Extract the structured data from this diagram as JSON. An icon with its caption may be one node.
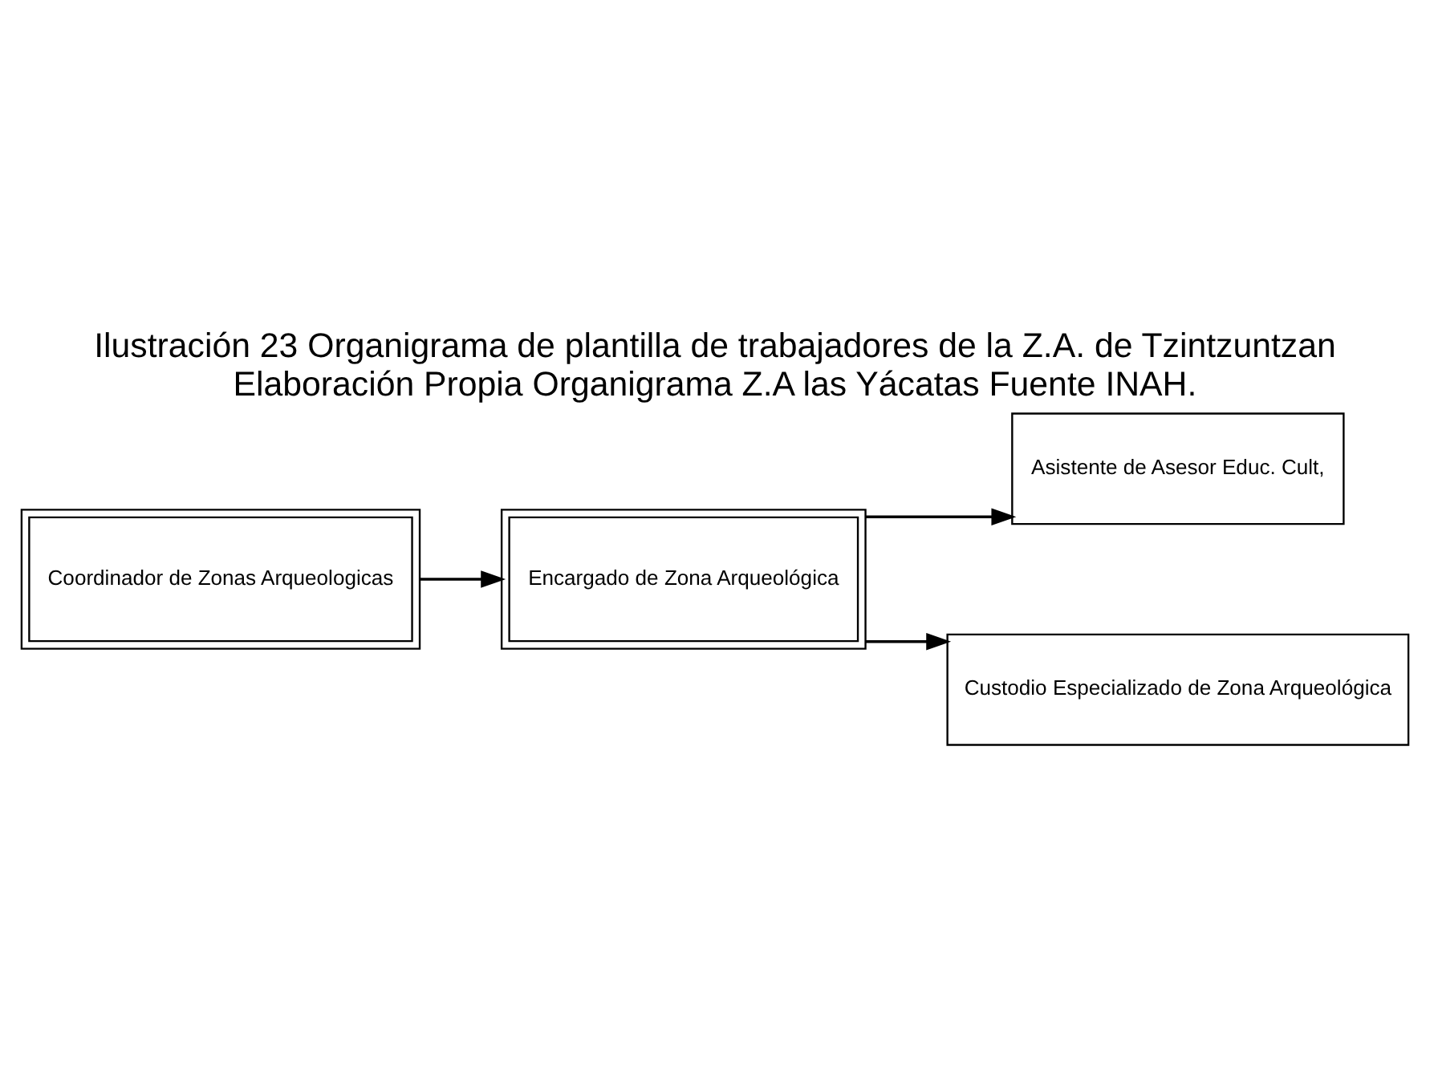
{
  "diagram": {
    "title": "Ilustración 23 Organigrama de plantilla de trabajadores de la Z.A. de Tzintzuntzan",
    "caption": "Elaboración Propia Organigrama Z.A las Yácatas Fuente INAH.",
    "nodes": [
      {
        "text": [
          "Coordinador de Zonas Arqueologicas"
        ]
      },
      {
        "text": [
          "Encargado de Zona Arqueológica"
        ]
      },
      {
        "text": [
          "Asistente de Asesor Educ. Cult,"
        ]
      },
      {
        "text": [
          "Custodio Especializado de Zona Arqueológica"
        ]
      }
    ],
    "edges": [
      {
        "from": 0,
        "to": 1,
        "arrow": "to"
      },
      {
        "from": 1,
        "to": 2,
        "arrow": "to"
      },
      {
        "from": 1,
        "to": 3,
        "arrow": "to"
      }
    ]
  }
}
